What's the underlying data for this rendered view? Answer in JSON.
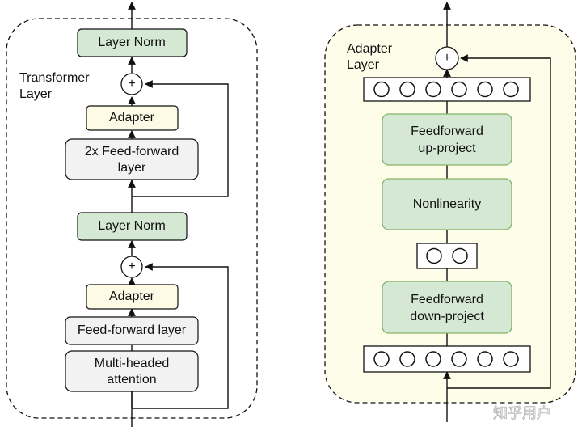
{
  "colors": {
    "green_fill": "#d5e8d4",
    "green_stroke": "#82b366",
    "yellow_fill": "#fdfbe6",
    "grey_fill": "#f2f2f2",
    "panel_fill": "#fefde9",
    "line": "#111111"
  },
  "transformer": {
    "caption_line1": "Transformer",
    "caption_line2": "Layer",
    "layer_norm_top": "Layer Norm",
    "adapter_top": "Adapter",
    "ff2x_line1": "2x Feed-forward",
    "ff2x_line2": "layer",
    "layer_norm_bottom": "Layer Norm",
    "adapter_bottom": "Adapter",
    "ff_layer": "Feed-forward layer",
    "mha_line1": "Multi-headed",
    "mha_line2": "attention",
    "plus_symbol": "+"
  },
  "adapter": {
    "caption_line1": "Adapter",
    "caption_line2": "Layer",
    "ff_up_line1": "Feedforward",
    "ff_up_line2": "up-project",
    "nonlinearity": "Nonlinearity",
    "ff_down_line1": "Feedforward",
    "ff_down_line2": "down-project",
    "plus_symbol": "+",
    "wide_vector_units": 6,
    "narrow_vector_units": 2
  },
  "watermark": "知乎用户"
}
